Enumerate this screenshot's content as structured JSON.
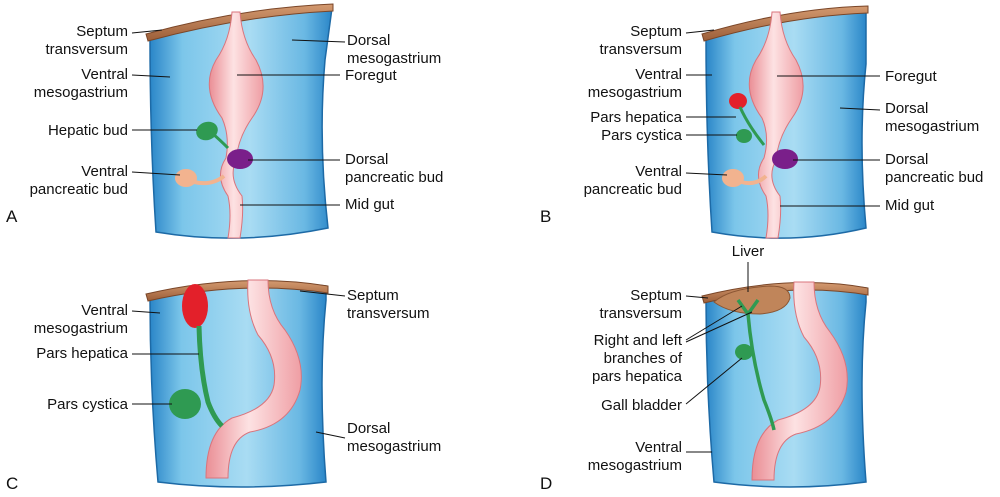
{
  "colors": {
    "mesentery_light": "#8fd0ec",
    "mesentery_dark": "#1f7fc2",
    "gut_pink": "#f4a8ad",
    "gut_light": "#fbd7d8",
    "septum_brown": "#b9794f",
    "bud_green": "#2f9a52",
    "pars_hepatica_red": "#e3202a",
    "dorsal_bud_purple": "#7a1f8a",
    "ventral_bud_peach": "#f2b38f",
    "liver_brown": "#c0855a"
  },
  "panels": {
    "a": {
      "letter": "A",
      "labels": {
        "septum": [
          "Septum",
          "transversum"
        ],
        "dorsal_meso": [
          "Dorsal",
          "mesogastrium"
        ],
        "ventral_meso": [
          "Ventral",
          "mesogastrium"
        ],
        "foregut": [
          "Foregut"
        ],
        "hepatic_bud": [
          "Hepatic bud"
        ],
        "ventral_pancreatic": [
          "Ventral",
          "pancreatic bud"
        ],
        "dorsal_pancreatic": [
          "Dorsal",
          "pancreatic bud"
        ],
        "midgut": [
          "Mid gut"
        ]
      }
    },
    "b": {
      "letter": "B",
      "labels": {
        "septum": [
          "Septum",
          "transversum"
        ],
        "ventral_meso": [
          "Ventral",
          "mesogastrium"
        ],
        "foregut": [
          "Foregut"
        ],
        "pars_hepatica": [
          "Pars hepatica"
        ],
        "pars_cystica": [
          "Pars cystica"
        ],
        "dorsal_meso": [
          "Dorsal",
          "mesogastrium"
        ],
        "dorsal_pancreatic": [
          "Dorsal",
          "pancreatic bud"
        ],
        "ventral_pancreatic": [
          "Ventral",
          "pancreatic bud"
        ],
        "midgut": [
          "Mid gut"
        ]
      }
    },
    "c": {
      "letter": "C",
      "labels": {
        "ventral_meso": [
          "Ventral",
          "mesogastrium"
        ],
        "septum": [
          "Septum",
          "transversum"
        ],
        "pars_hepatica": [
          "Pars hepatica"
        ],
        "pars_cystica": [
          "Pars cystica"
        ],
        "dorsal_meso": [
          "Dorsal",
          "mesogastrium"
        ]
      }
    },
    "d": {
      "letter": "D",
      "labels": {
        "liver": [
          "Liver"
        ],
        "septum": [
          "Septum",
          "transversum"
        ],
        "branches": [
          "Right and left",
          "branches of",
          "pars hepatica"
        ],
        "gall_bladder": [
          "Gall bladder"
        ],
        "ventral_meso": [
          "Ventral",
          "mesogastrium"
        ]
      }
    }
  }
}
